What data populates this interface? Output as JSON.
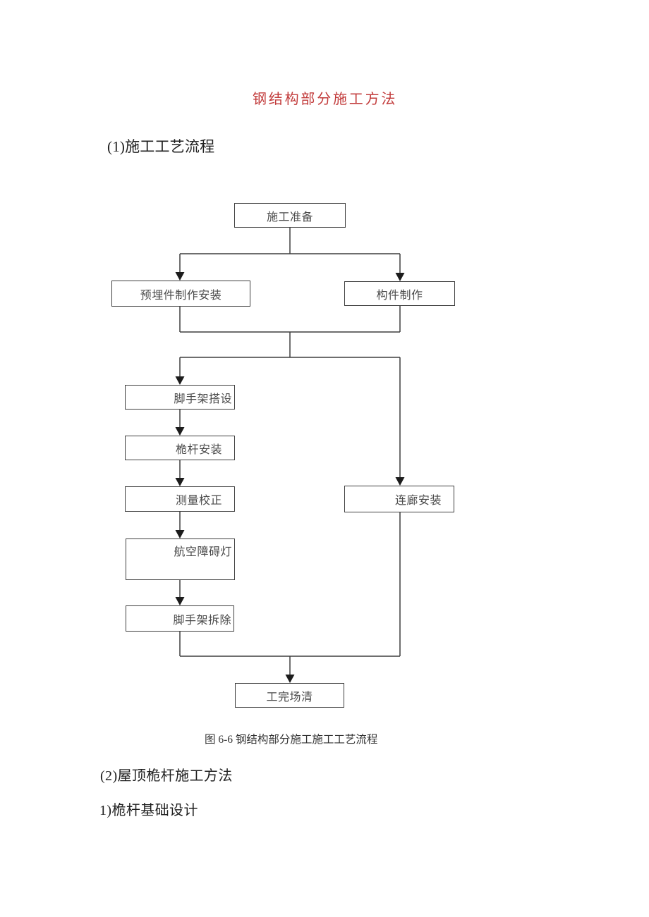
{
  "page": {
    "title": "钢结构部分施工方法",
    "section1": "(1)施工工艺流程",
    "caption": "图 6-6 钢结构部分施工施工工艺流程",
    "section2": "(2)屋顶桅杆施工方法",
    "section3": "1)桅杆基础设计",
    "title_color": "#c23b3b"
  },
  "flowchart": {
    "nodes": [
      {
        "id": "construction-preparation",
        "label": "施工准备"
      },
      {
        "id": "embedded-parts-fabrication-installation",
        "label": "预埋件制作安装"
      },
      {
        "id": "component-fabrication",
        "label": "构件制作"
      },
      {
        "id": "scaffold-erection",
        "label": "脚手架搭设"
      },
      {
        "id": "mast-installation",
        "label": "桅杆安装"
      },
      {
        "id": "survey-correction",
        "label": "测量校正"
      },
      {
        "id": "aviation-obstacle-light",
        "label": "航空障碍灯"
      },
      {
        "id": "scaffold-removal",
        "label": "脚手架拆除"
      },
      {
        "id": "corridor-installation",
        "label": "连廊安装"
      },
      {
        "id": "site-cleanup",
        "label": "工完场清"
      }
    ]
  }
}
